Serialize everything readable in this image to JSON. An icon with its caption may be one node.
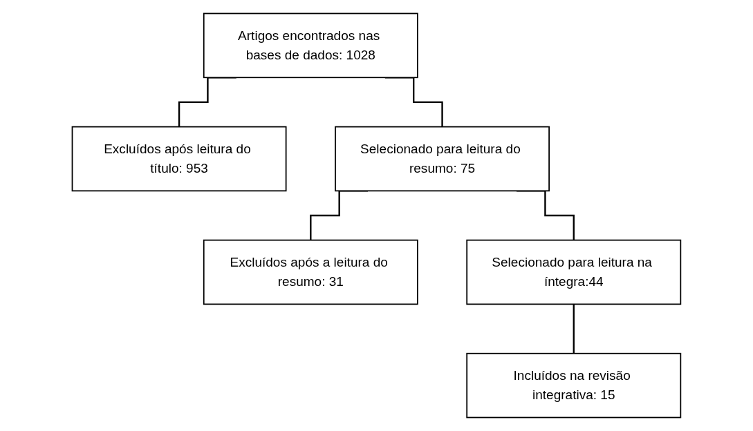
{
  "diagram": {
    "nodes": [
      {
        "text": [
          "Artigos encontrados nas bases de dados: 1028"
        ]
      },
      {
        "text": [
          "Excluídos após leitura do título: 953"
        ]
      },
      {
        "text": [
          "Selecionado para leitura do resumo: 75"
        ]
      },
      {
        "text": [
          "Excluídos após a leitura do resumo: 31"
        ]
      },
      {
        "text": [
          "Selecionado para leitura na íntegra:44"
        ]
      },
      {
        "text": [
          "Incluídos na revisão integrativa: 15"
        ]
      }
    ],
    "edges": [
      {
        "from": 0,
        "to": 1,
        "arrow": "none"
      },
      {
        "from": 0,
        "to": 2,
        "arrow": "none"
      },
      {
        "from": 2,
        "to": 3,
        "arrow": "none"
      },
      {
        "from": 2,
        "to": 4,
        "arrow": "none"
      },
      {
        "from": 4,
        "to": 5,
        "arrow": "none"
      }
    ]
  }
}
